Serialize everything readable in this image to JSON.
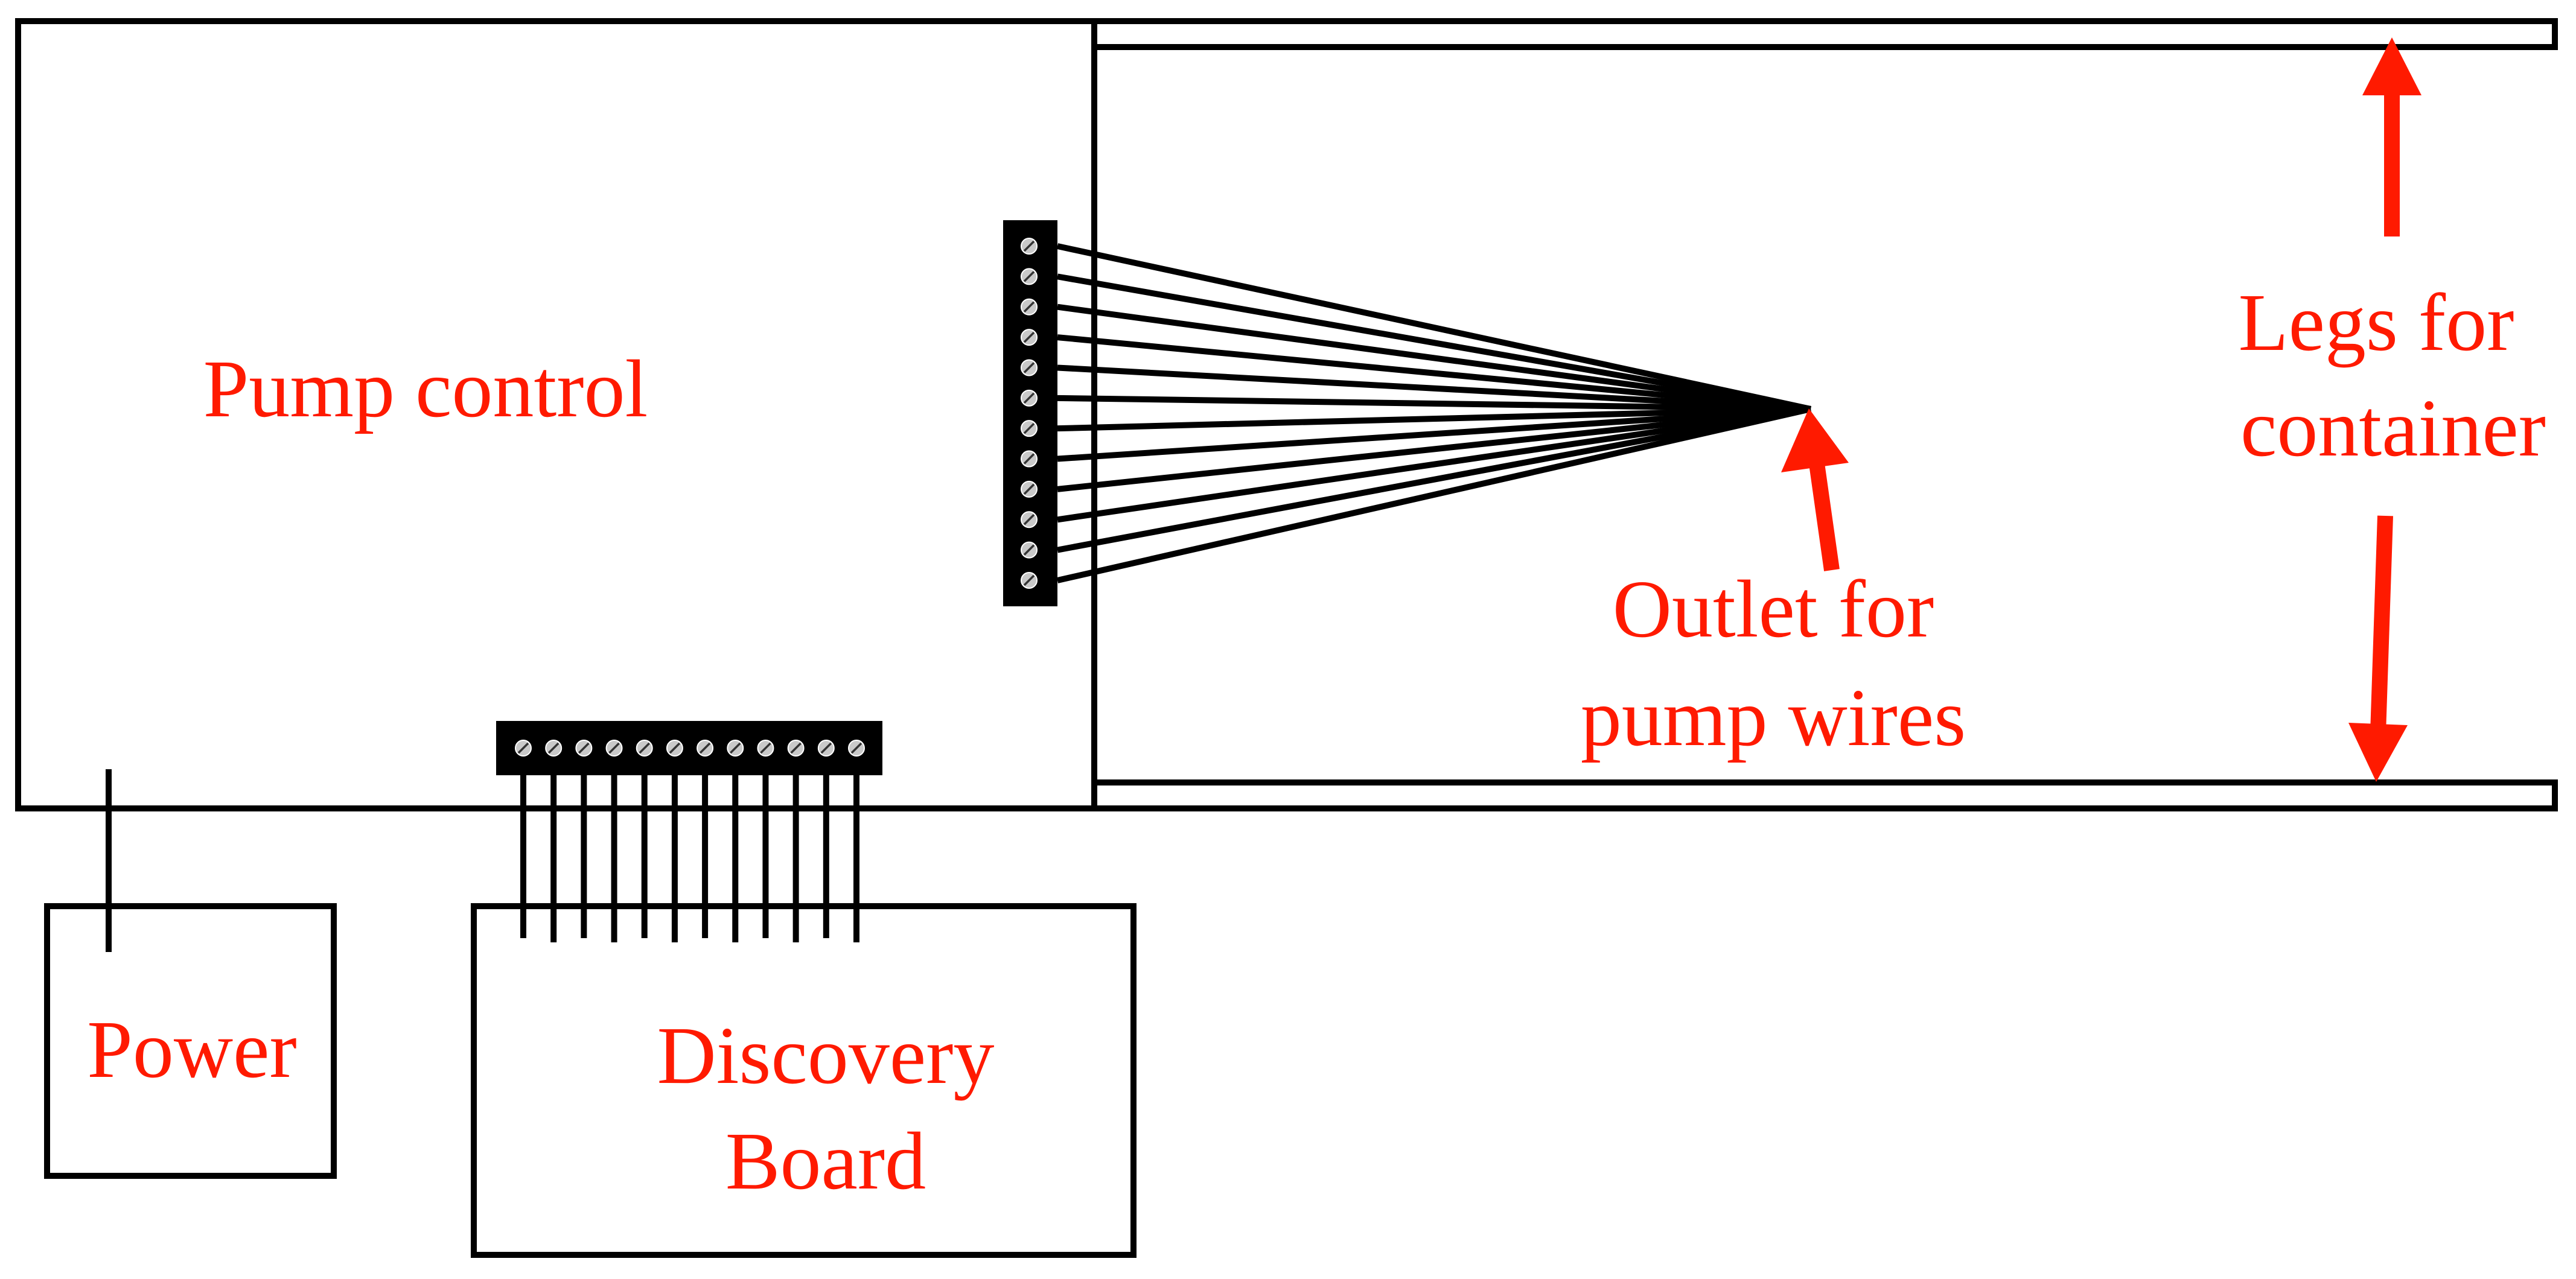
{
  "colors": {
    "outline": "#000000",
    "label": "#ff1a00",
    "background": "#ffffff",
    "screw": "#c9c9c9"
  },
  "labels": {
    "pump_control": "Pump control",
    "power": "Power",
    "discovery_board": [
      "Discovery",
      "Board"
    ],
    "outlet": [
      "Outlet for",
      "pump wires"
    ],
    "legs": [
      "Legs for",
      "container"
    ]
  },
  "connectors": {
    "vertical_terminal_screws": 12,
    "horizontal_terminal_screws": 12
  }
}
